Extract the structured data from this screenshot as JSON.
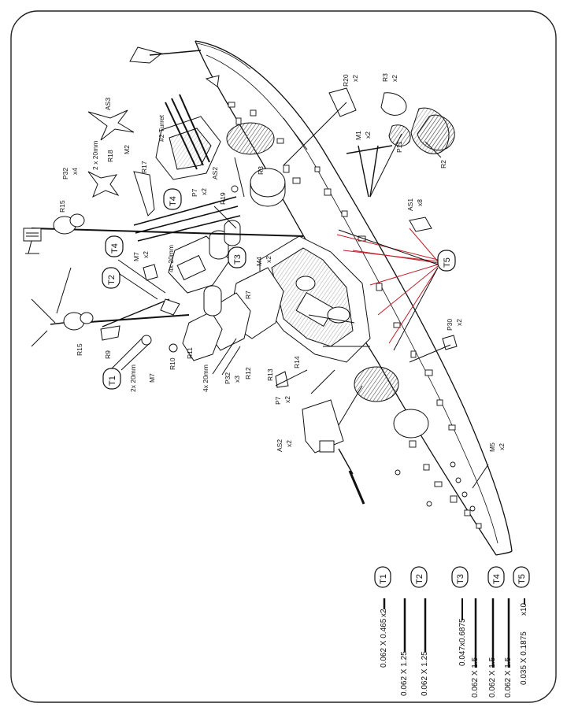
{
  "callouts": {
    "t1": "T1",
    "t2": "T2",
    "t3": "T3",
    "t4a": "T4",
    "t4b": "T4",
    "t5": "T5"
  },
  "parts": {
    "r20": "R20",
    "r20q": "x2",
    "r3a": "R3",
    "r3aq": "x2",
    "m1": "M1",
    "m1q": "x2",
    "p11": "P11",
    "r2": "R2",
    "as3": "AS3",
    "m2": "M2",
    "r18": "R18",
    "r17": "R17",
    "tube1": "2 x 20mm",
    "p32a": "P32",
    "p32aq": "x4",
    "r3b": "R3",
    "as2a": "AS2",
    "p7a": "P7",
    "p7aq": "x2",
    "r19": "R19",
    "r15a": "R15",
    "as1": "AS1",
    "as1q": "x8",
    "m7a": "M7",
    "m7aq": "x2",
    "tube2": "4x 20mm",
    "m4": "M4",
    "m4q": "x2",
    "r7": "R7",
    "r15b": "R15",
    "r9": "R9",
    "m7b": "M7",
    "r10": "R10",
    "r11": "R11",
    "tube3": "4x 20mm",
    "p32b": "P32",
    "p32bq": "x3",
    "r12": "R12",
    "r13": "R13",
    "r14": "R14",
    "tube4": "2x 20mm",
    "p30": "P30",
    "p30q": "x2",
    "p7b": "P7",
    "p7bq": "x2",
    "as2b": "AS2",
    "as2bq": "x2",
    "m5": "M5",
    "m5q": "x2",
    "turret": "#2 Turret"
  },
  "stock_table": [
    {
      "tag": "T1",
      "size": "0.062 X 0.465",
      "qty": "x2"
    },
    {
      "tag": "T2",
      "size": "0.062 X 1.25",
      "qty": ""
    },
    {
      "tag": "",
      "size": "0.062 X 1.25",
      "qty": ""
    },
    {
      "tag": "T3",
      "size": "0.047x0.6875",
      "qty": ""
    },
    {
      "tag": "",
      "size": "0.062 X 1.5",
      "qty": ""
    },
    {
      "tag": "T4",
      "size": "0.062 X 1.5",
      "qty": ""
    },
    {
      "tag": "",
      "size": "0.062 X 1.5",
      "qty": ""
    },
    {
      "tag": "T5",
      "size": "0.035 X 0.1875",
      "qty": "x10"
    }
  ],
  "colors": {
    "ink": "#111111",
    "leader_red": "#c0202a",
    "hatch": "#555555"
  }
}
